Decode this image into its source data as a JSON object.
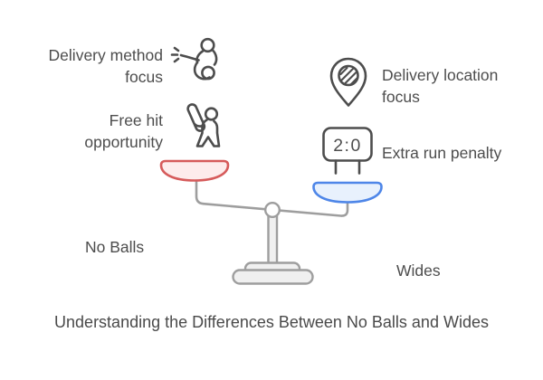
{
  "diagram": {
    "caption": "Understanding the Differences Between No Balls and Wides",
    "left_side": {
      "items": [
        {
          "label": "Delivery method focus",
          "icon": "bowler-icon"
        },
        {
          "label": "Free hit opportunity",
          "icon": "batsman-icon"
        }
      ],
      "pan_label": "No Balls"
    },
    "right_side": {
      "items": [
        {
          "label": "Delivery location focus",
          "icon": "ball-location-pin-icon"
        },
        {
          "label": "Extra run penalty",
          "icon": "scoreboard-icon",
          "scoreboard_value": "2:0"
        }
      ],
      "pan_label": "Wides"
    },
    "colors": {
      "background": "#ffffff",
      "text": "#4d4d4d",
      "icon_stroke": "#4d4d4d",
      "scale_stroke": "#9e9e9e",
      "left_pan_stroke": "#d65b5b",
      "left_pan_fill": "#fdecec",
      "right_pan_stroke": "#4e86e8",
      "right_pan_fill": "#e8f1fd",
      "base_fill": "#f0f0f0"
    }
  }
}
